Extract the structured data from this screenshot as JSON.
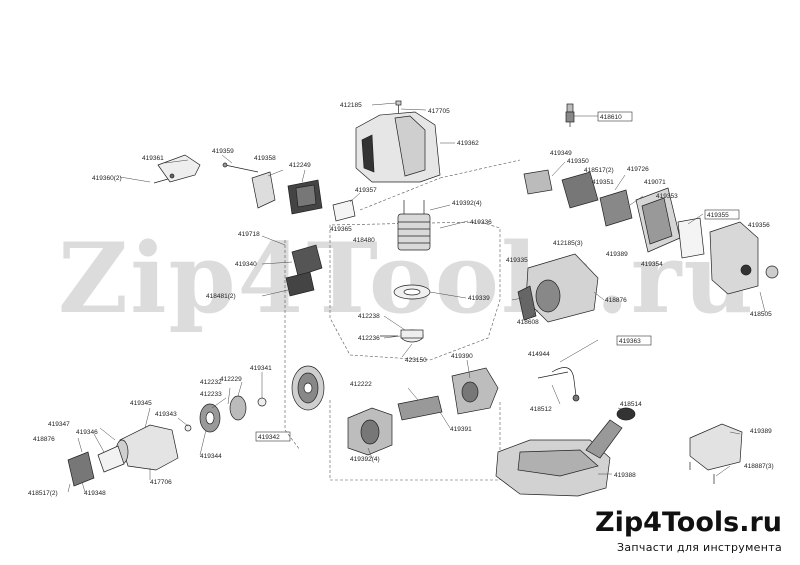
{
  "watermark": "Zip4Tools.ru",
  "brand": {
    "name": "Zip4Tools.ru",
    "tagline": "Запчасти для инструмента"
  },
  "labels": {
    "p412185": "412185",
    "p417705": "417705",
    "p418610": "418610",
    "p419361": "419361",
    "p419360_2": "419360(2)",
    "p419359": "419359",
    "p419358": "419358",
    "p412249": "412249",
    "p419362": "419362",
    "p419357": "419357",
    "p419392_4a": "419392(4)",
    "p419349": "419349",
    "p419350": "419350",
    "p418517_2a": "418517(2)",
    "p419351": "419351",
    "p419726": "419726",
    "p419071": "419071",
    "p419353": "419353",
    "p419355": "419355",
    "p419356": "419356",
    "p419718": "419718",
    "p419365": "419365",
    "p418480": "418480",
    "p419336": "419336",
    "p412185_3": "412185(3)",
    "p419340": "419340",
    "p419335": "419335",
    "p419389a": "419389",
    "p419354": "419354",
    "p418481_2": "418481(2)",
    "p418876a": "418876",
    "p418505": "418505",
    "p419339": "419339",
    "p412238": "412238",
    "p418608": "418608",
    "p412236": "412236",
    "p423150": "423150",
    "p419363": "419363",
    "p414944": "414944",
    "p419341": "419341",
    "p419390": "419390",
    "p412232": "412232",
    "p412229": "412229",
    "p412222": "412222",
    "p412233": "412233",
    "p419345": "419345",
    "p419343": "419343",
    "p418512": "418512",
    "p418514": "418514",
    "p419347": "419347",
    "p419346": "419346",
    "p419342": "419342",
    "p419391": "419391",
    "p418876b": "418876",
    "p419389b": "419389",
    "p419344": "419344",
    "p419392_4b": "419392(4)",
    "p419388": "419388",
    "p418887_3": "418887(3)",
    "p417706": "417706",
    "p418517_2b": "418517(2)",
    "p419348": "419348"
  },
  "colors": {
    "ink": "#222222",
    "watermark": "#d6d6d6",
    "part_fill": "#e8e8e8",
    "part_dark": "#555555"
  }
}
